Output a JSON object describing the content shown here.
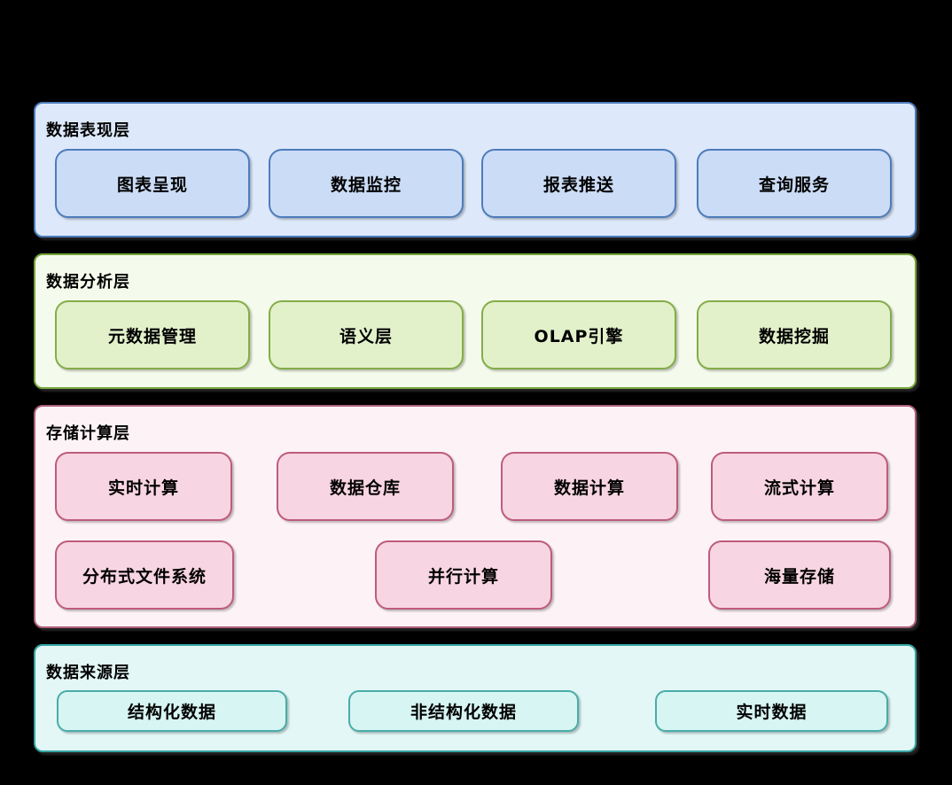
{
  "diagram": {
    "background_color": "#000000",
    "text_color": "#000000"
  },
  "layers": [
    {
      "title": "数据表现层",
      "fill": "#dde9fa",
      "stroke": "#4d7cbb",
      "node_fill": "#cbdcf6",
      "boxes": [
        "图表呈现",
        "数据监控",
        "报表推送",
        "查询服务"
      ]
    },
    {
      "title": "数据分析层",
      "fill": "#f5fbec",
      "stroke": "#75a43b",
      "node_fill": "#e2f1ca",
      "boxes": [
        "元数据管理",
        "语义层",
        "OLAP引擎",
        "数据挖掘"
      ]
    },
    {
      "title": "存储计算层",
      "fill": "#fdf3f7",
      "stroke": "#ae6078",
      "node_fill": "#f8d5e2",
      "boxes_row1": [
        "实时计算",
        "数据仓库",
        "数据计算",
        "流式计算"
      ],
      "boxes_row2": [
        "分布式文件系统",
        "并行计算",
        "海量存储"
      ]
    },
    {
      "title": "数据来源层",
      "fill": "#e3f8f6",
      "stroke": "#35a5a3",
      "node_fill": "#d7f5f3",
      "boxes": [
        "结构化数据",
        "非结构化数据",
        "实时数据"
      ]
    }
  ]
}
